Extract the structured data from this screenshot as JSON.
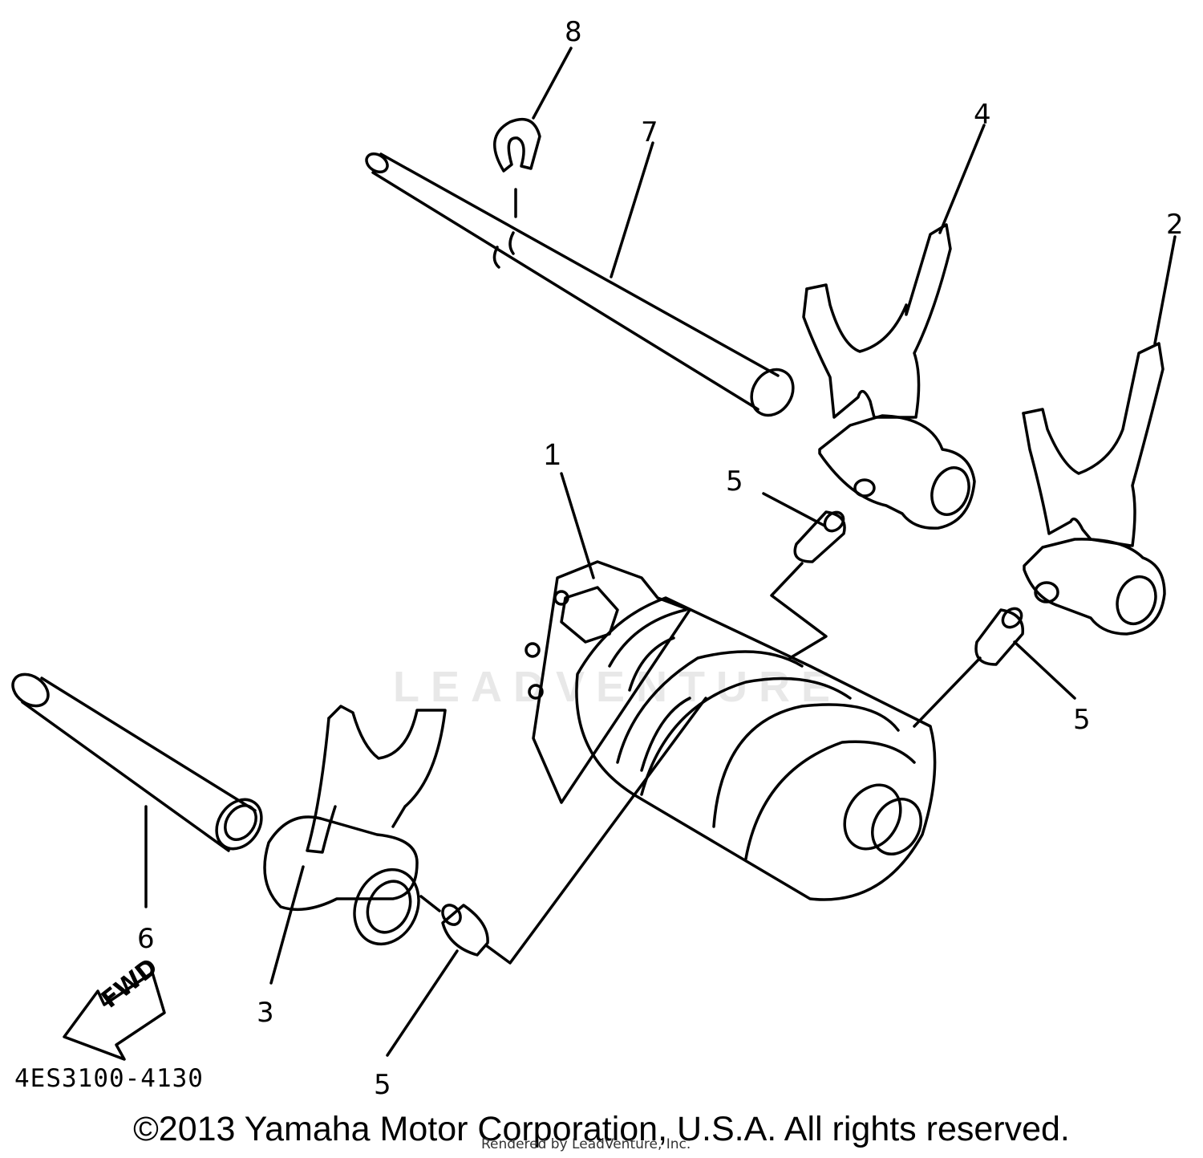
{
  "diagram": {
    "callouts": {
      "part_1": "1",
      "part_2": "2",
      "part_3": "3",
      "part_4": "4",
      "part_5a": "5",
      "part_5b": "5",
      "part_5c": "5",
      "part_6": "6",
      "part_7": "7",
      "part_8": "8"
    },
    "direction_label": "FWD",
    "diagram_code": "4ES3100-4130",
    "watermark": "LEADVENTURE"
  },
  "footer": {
    "copyright": "©2013 Yamaha Motor Corporation, U.S.A. All rights reserved.",
    "rendered_by": "Rendered by LeadVenture, Inc."
  },
  "colors": {
    "line": "#000000",
    "watermark": "#e8e8e8"
  }
}
